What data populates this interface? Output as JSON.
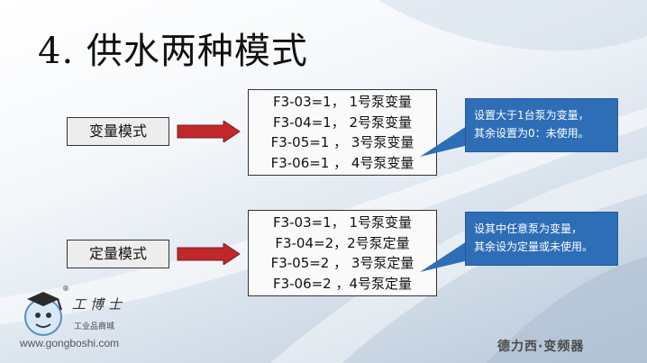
{
  "title": "4. 供水两种模式",
  "variable_mode": {
    "label": "变量模式",
    "params": [
      "F3-03=1， 1号泵变量",
      "F3-04=1， 2号泵变量",
      "F3-05=1 ， 3号泵变量",
      "F3-06=1 ， 4号泵变量"
    ],
    "note_lines": [
      "设置大于1台泵为变量，",
      "其余设置为0：未使用。"
    ]
  },
  "fixed_mode": {
    "label": "定量模式",
    "params": [
      "F3-03=1，  1号泵变量",
      "F3-04=2，2号泵定量",
      "F3-05=2 ， 3号泵定量",
      "F3-06=2 ，4号泵定量"
    ],
    "note_lines": [
      "设其中任意泵为变量，",
      "其余设为定量或未使用。"
    ]
  },
  "footer": {
    "logo_name": "工博士",
    "logo_sub": "工业品商城",
    "registered": "®",
    "url": "www.gongboshi.com",
    "brand": "德力西·变频器"
  },
  "colors": {
    "arrow": "#c0282b",
    "callout": "#2e6eb7"
  }
}
